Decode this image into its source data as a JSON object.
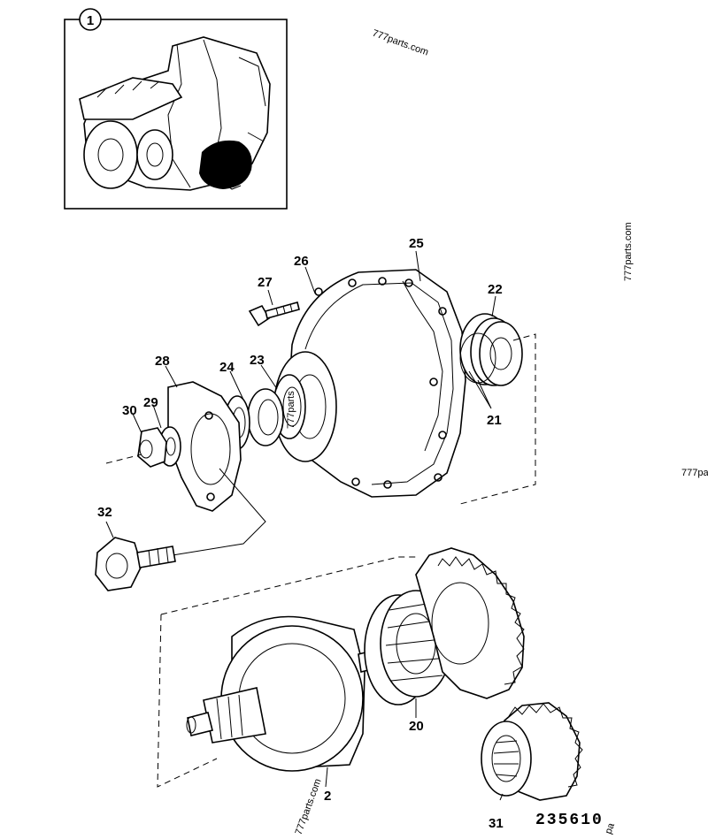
{
  "inset": {
    "callout": "1"
  },
  "labels": {
    "l2": "2",
    "l20": "20",
    "l21": "21",
    "l22": "22",
    "l23": "23",
    "l24": "24",
    "l25": "25",
    "l26": "26",
    "l27": "27",
    "l28": "28",
    "l29": "29",
    "l30": "30",
    "l31": "31",
    "l32": "32"
  },
  "drawing_number": "235610",
  "watermarks": {
    "top": "777parts.com",
    "right": "777parts.com",
    "edge": "777pa",
    "bottom": "777parts.com",
    "center": "777parts",
    "corner": "pa"
  }
}
